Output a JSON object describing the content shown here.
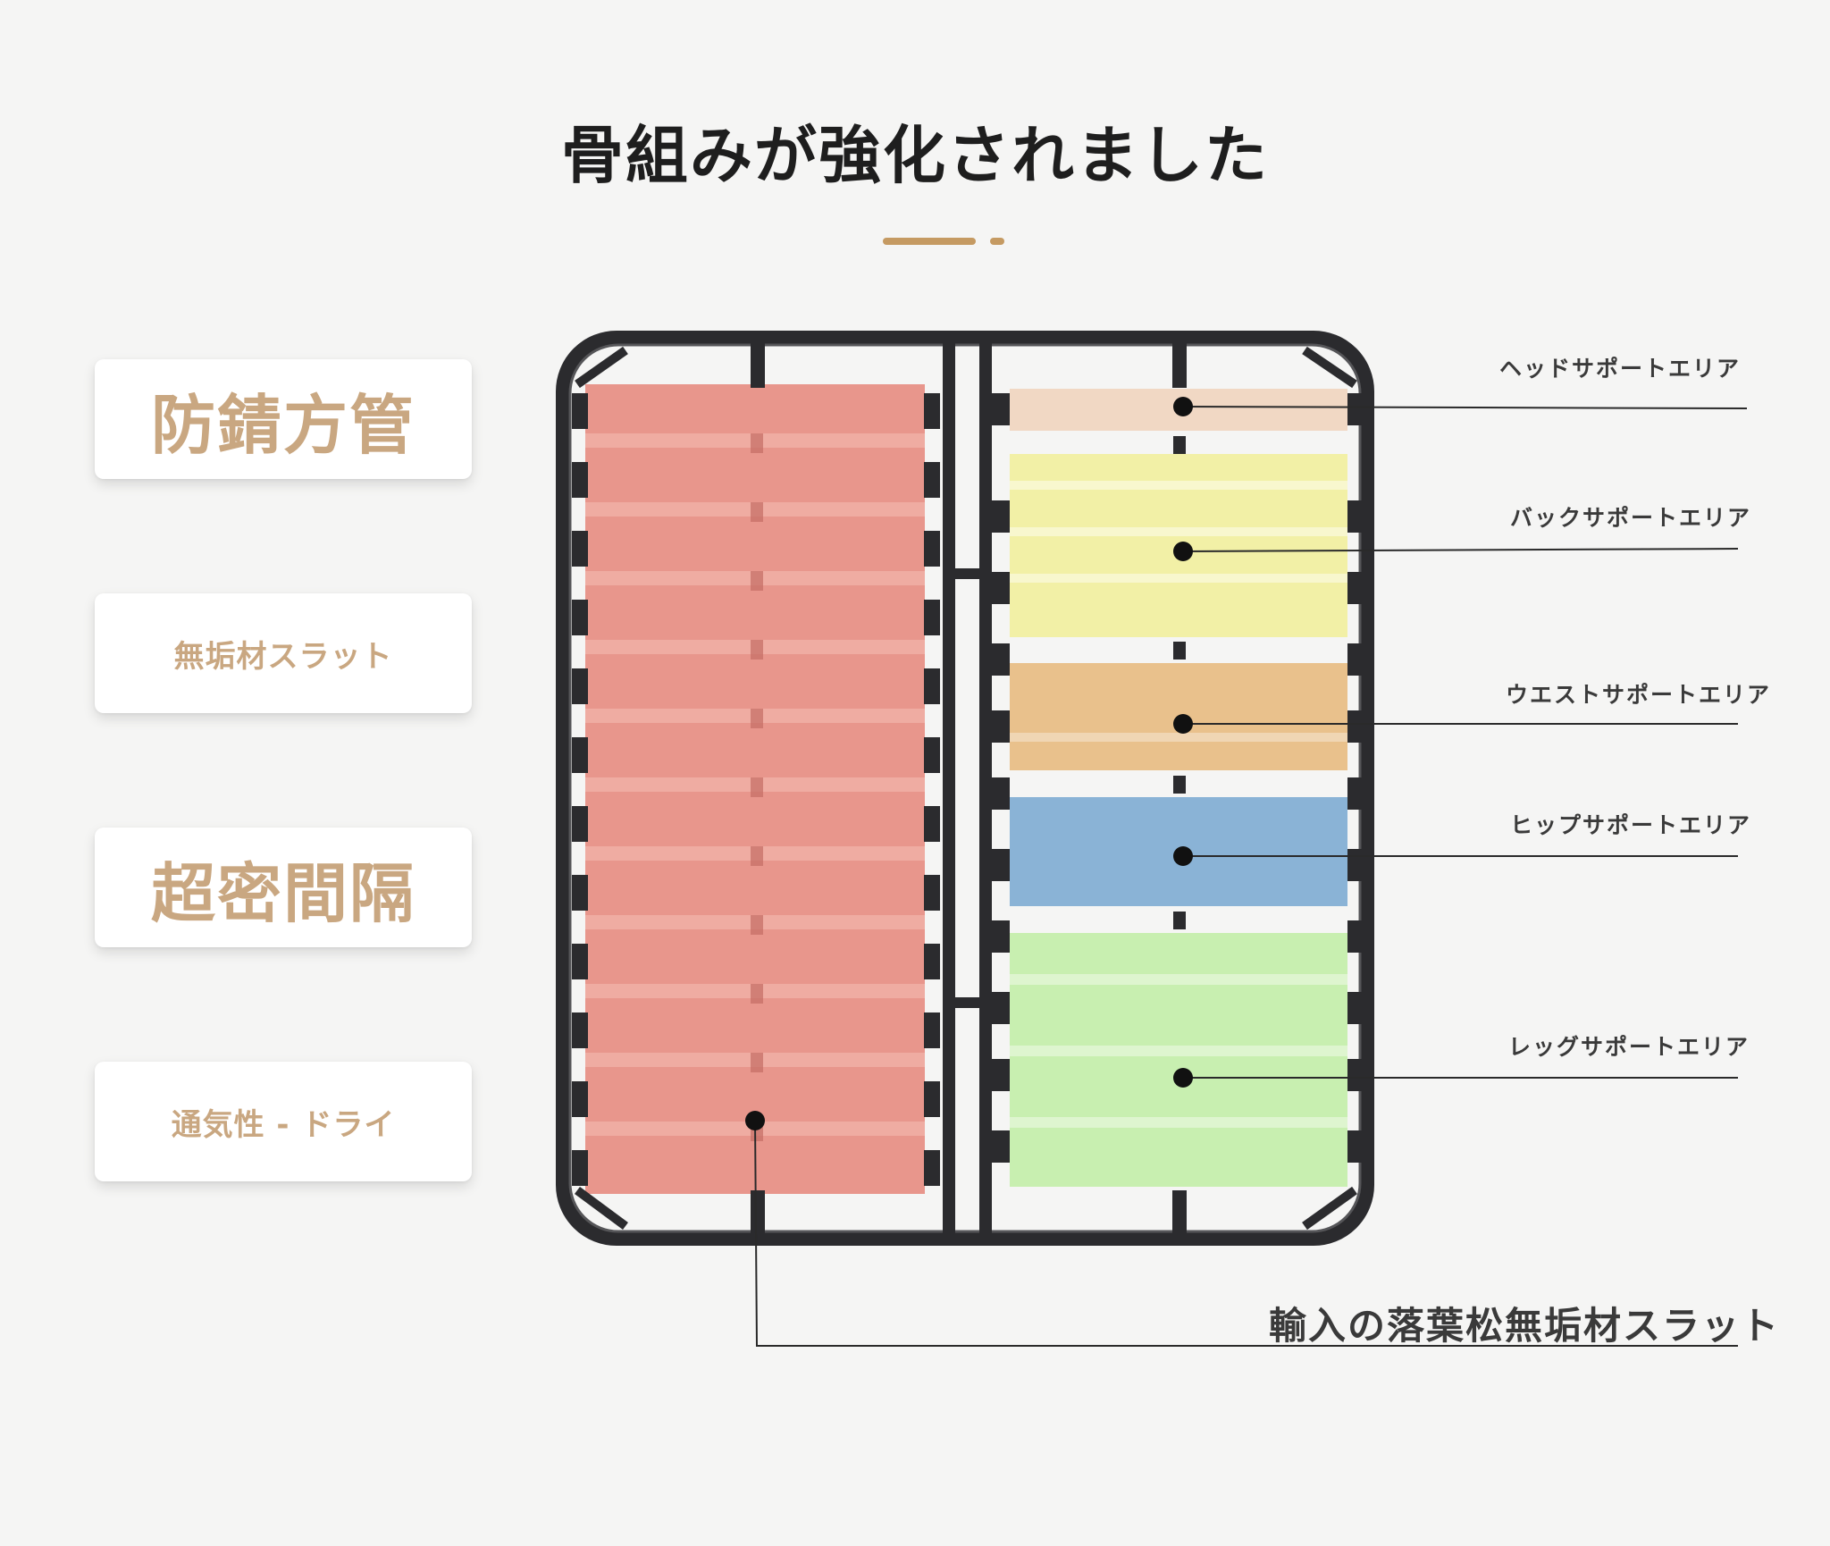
{
  "page": {
    "background": "#f5f5f4"
  },
  "title": {
    "text": "骨組みが強化されました",
    "accent_color": "#c59a62"
  },
  "features": [
    {
      "text": "防錆方管",
      "style": "big"
    },
    {
      "text": "無垢材スラット",
      "style": "small"
    },
    {
      "text": "超密間隔",
      "style": "big"
    },
    {
      "text": "通気性 - ドライ",
      "style": "small"
    }
  ],
  "frame": {
    "color": "#2b2b2e"
  },
  "left_slats": {
    "color": "#e8968c",
    "stripe_color": "#f0b0a6",
    "mid_stripe_color": "#c46c64"
  },
  "zones": [
    {
      "label": "ヘッドサポートエリア",
      "color": "#f1d8c4"
    },
    {
      "label": "バックサポートエリア",
      "color": "#f2f0a6"
    },
    {
      "label": "ウエストサポートエリア",
      "color": "#e9c18c"
    },
    {
      "label": "ヒップサポートエリア",
      "color": "#8ab3d6"
    },
    {
      "label": "レッグサポートエリア",
      "color": "#c8efb0"
    }
  ],
  "slat_label": {
    "text": "輸入の落葉松無垢材スラット"
  }
}
